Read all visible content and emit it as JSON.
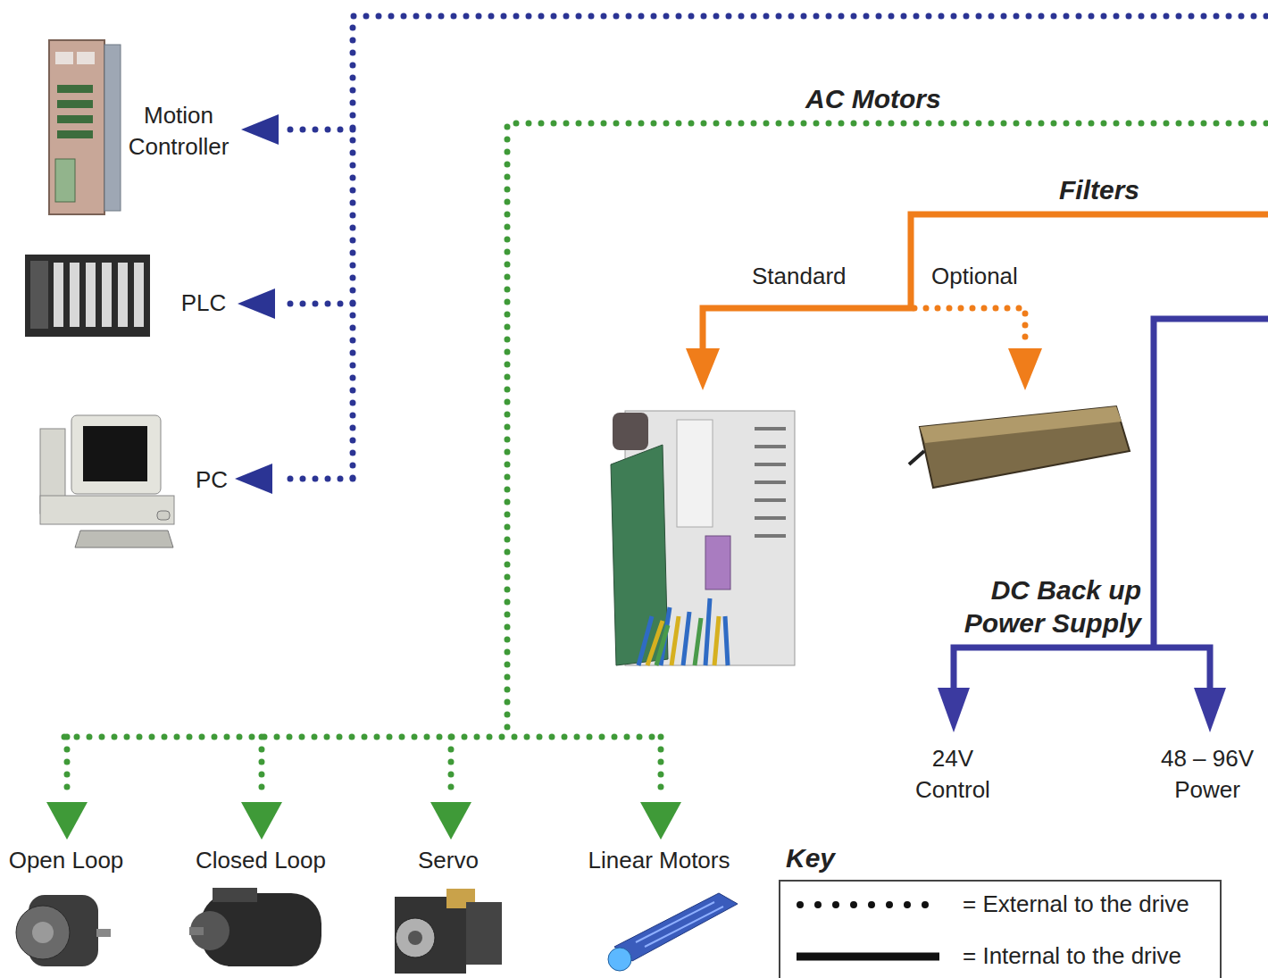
{
  "diagram": {
    "nodes": [
      {
        "text": [
          "Motion Controller"
        ]
      },
      {
        "text": [
          "PLC"
        ]
      },
      {
        "text": [
          "PC"
        ]
      },
      {
        "text": [
          "Open Loop"
        ]
      },
      {
        "text": [
          "Closed Loop"
        ]
      },
      {
        "text": [
          "Servo"
        ]
      },
      {
        "text": [
          "Linear Motors"
        ]
      },
      {
        "text": [
          "24V Control"
        ]
      },
      {
        "text": [
          "48 – 96V Power"
        ]
      }
    ],
    "labels": [
      "AC Motors",
      "Filters",
      "Standard",
      "Optional",
      "DC Back up Power Supply",
      "Key"
    ],
    "legend": [
      {
        "text": "= External to the drive"
      },
      {
        "text": "= Internal to the drive"
      }
    ]
  }
}
